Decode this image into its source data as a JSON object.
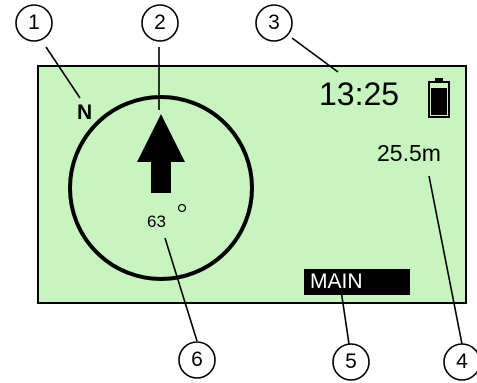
{
  "display": {
    "north_label": "N",
    "time": "13:25",
    "distance": "25.5m",
    "heading": "63",
    "heading_unit": "°",
    "mode_label": "MAIN",
    "battery_level": 0.85,
    "screen_color": "#c8f4c0"
  },
  "callouts": [
    "1",
    "2",
    "3",
    "4",
    "5",
    "6"
  ],
  "icons": {
    "arrow": "up-arrow-icon",
    "battery": "battery-icon"
  }
}
